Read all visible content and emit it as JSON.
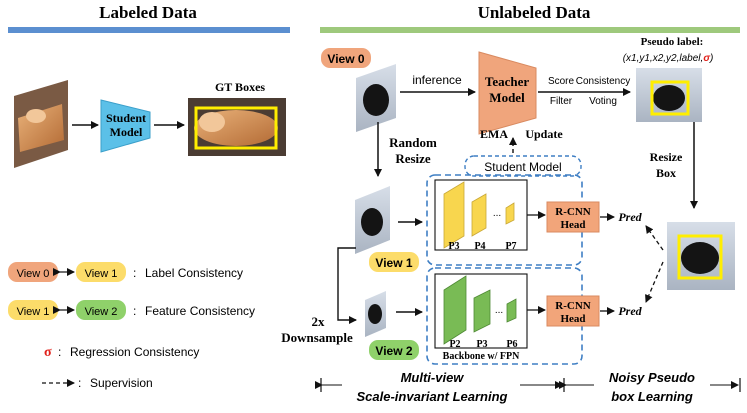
{
  "header": {
    "labeled_title": "Labeled Data",
    "unlabeled_title": "Unlabeled Data",
    "labeled_bar_color": "#5b8fd0",
    "unlabeled_bar_color": "#9ec97c"
  },
  "labeled": {
    "student_model": [
      "Student",
      "Model"
    ],
    "gt_boxes": "GT Boxes"
  },
  "legend": {
    "view0": "View 0",
    "view1": "View 1",
    "view2": "View 2",
    "label_consistency": "Label Consistency",
    "feature_consistency": "Feature Consistency",
    "sigma": "σ",
    "regression_consistency": "Regression Consistency",
    "supervision": "Supervision",
    "colon": ":"
  },
  "unlabeled": {
    "view0": "View 0",
    "view1": "View 1",
    "view2": "View 2",
    "inference": "inference",
    "teacher_model": [
      "Teacher",
      "Model"
    ],
    "score_filter": [
      "Score",
      "Filter"
    ],
    "consistency_voting": [
      "Consistency",
      "Voting"
    ],
    "pseudo_label_title": "Pseudo label:",
    "pseudo_label_tuple": "(x1,y1,x2,y2,label,",
    "pseudo_label_sigma": "σ",
    "pseudo_label_close": ")",
    "ema": "EMA",
    "update": "Update",
    "random_resize": [
      "Random",
      "Resize"
    ],
    "resize_box": [
      "Resize",
      "Box"
    ],
    "student_model_label": "Student Model",
    "downsample": [
      "2x",
      "Downsample"
    ],
    "rcnn_head": [
      "R-CNN",
      "Head"
    ],
    "pred": "Pred",
    "p_labels_top": [
      "P3",
      "P4",
      "P7"
    ],
    "p_labels_bottom": [
      "P2",
      "P3",
      "P6"
    ],
    "dots": "...",
    "backbone": "Backbone w/ FPN",
    "multi_view": [
      "Multi-view",
      "Scale-invariant Learning"
    ],
    "noisy_pseudo": [
      "Noisy Pseudo",
      "box Learning"
    ]
  },
  "colors": {
    "student_blue": "#5bc0e8",
    "teacher_orange": "#f0a57c",
    "rcnn_orange": "#f2a57a",
    "view0_badge": "#f0a57c",
    "view1_badge": "#fcdc6a",
    "view2_badge": "#8fd16a",
    "fpn_yellow": "#f8d64e",
    "fpn_green": "#79bb55",
    "dashed_blue": "#3f7fc4",
    "box_yellow": "#ffee00",
    "sigma_red": "#e0201a"
  }
}
